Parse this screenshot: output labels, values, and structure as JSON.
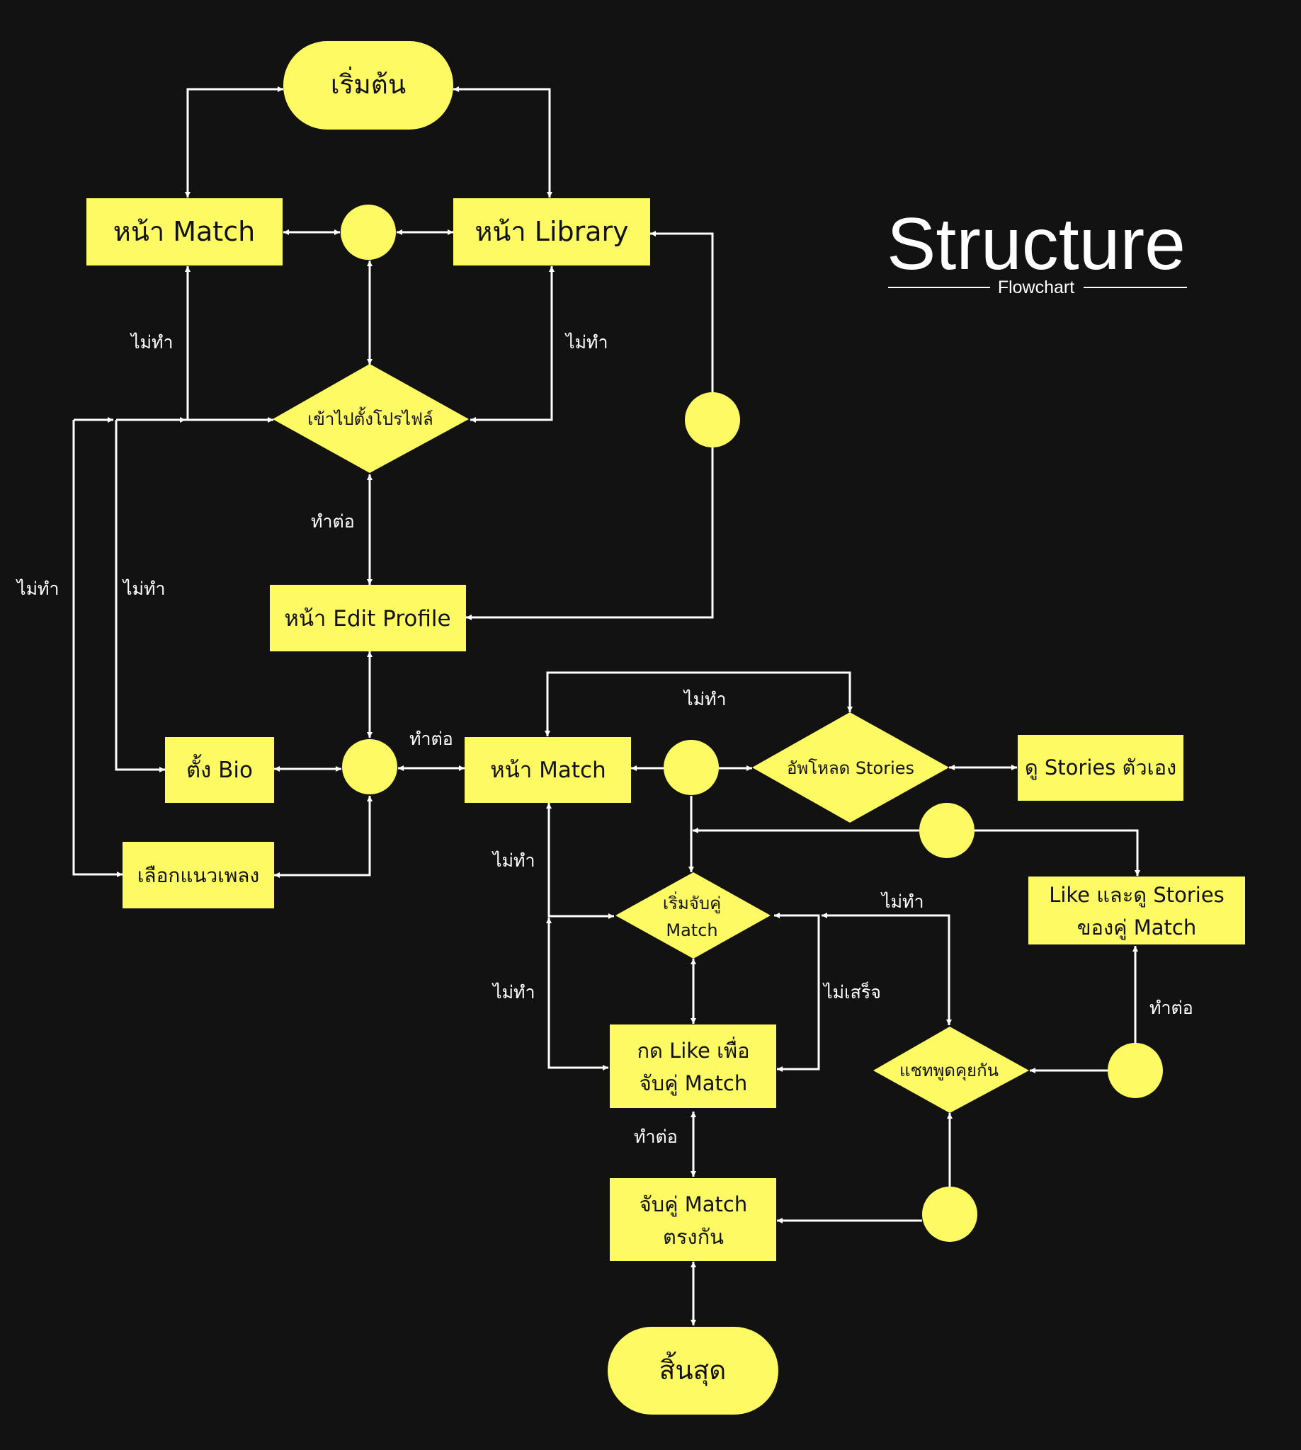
{
  "title": "Structure",
  "subtitle": "Flowchart",
  "colors": {
    "background": "#121212",
    "node": "#fdfa63",
    "line": "#ffffff",
    "text": "#121212",
    "label": "#ffffff"
  },
  "nodes": {
    "start": "เริ่มต้น",
    "match_page_1": "หน้า Match",
    "library_page": "หน้า Library",
    "setup_profile": "เข้าไปตั้งโปรไฟล์",
    "edit_profile": "หน้า Edit Profile",
    "set_bio": "ตั้ง Bio",
    "choose_genre": "เลือกแนวเพลง",
    "match_page_2": "หน้า Match",
    "upload_stories": "อัพโหลด Stories",
    "view_own_stories": "ดู Stories ตัวเอง",
    "start_matching": [
      "เริ่มจับคู่",
      "Match"
    ],
    "like_stories_match": [
      "Like และดู Stories",
      "ของคู่ Match"
    ],
    "press_like": [
      "กด Like เพื่อ",
      "จับคู่ Match"
    ],
    "chat": "แชทพูดคุยกัน",
    "matched": [
      "จับคู่ Match",
      "ตรงกัน"
    ],
    "end": "สิ้นสุด"
  },
  "labels": {
    "l1": "ไม่ทำ",
    "l2": "ไม่ทำ",
    "l3": "ทำต่อ",
    "l4": "ไม่ทำ",
    "l5": "ไม่ทำ",
    "l6": "ไม่ทำ",
    "l7": "ทำต่อ",
    "l8": "ไม่ทำ",
    "l9": "ไม่ทำ",
    "l10": "ไม่เสร็จ",
    "l11": "ไม่ทำ",
    "l12": "ทำต่อ",
    "l13": "ทำต่อ"
  }
}
